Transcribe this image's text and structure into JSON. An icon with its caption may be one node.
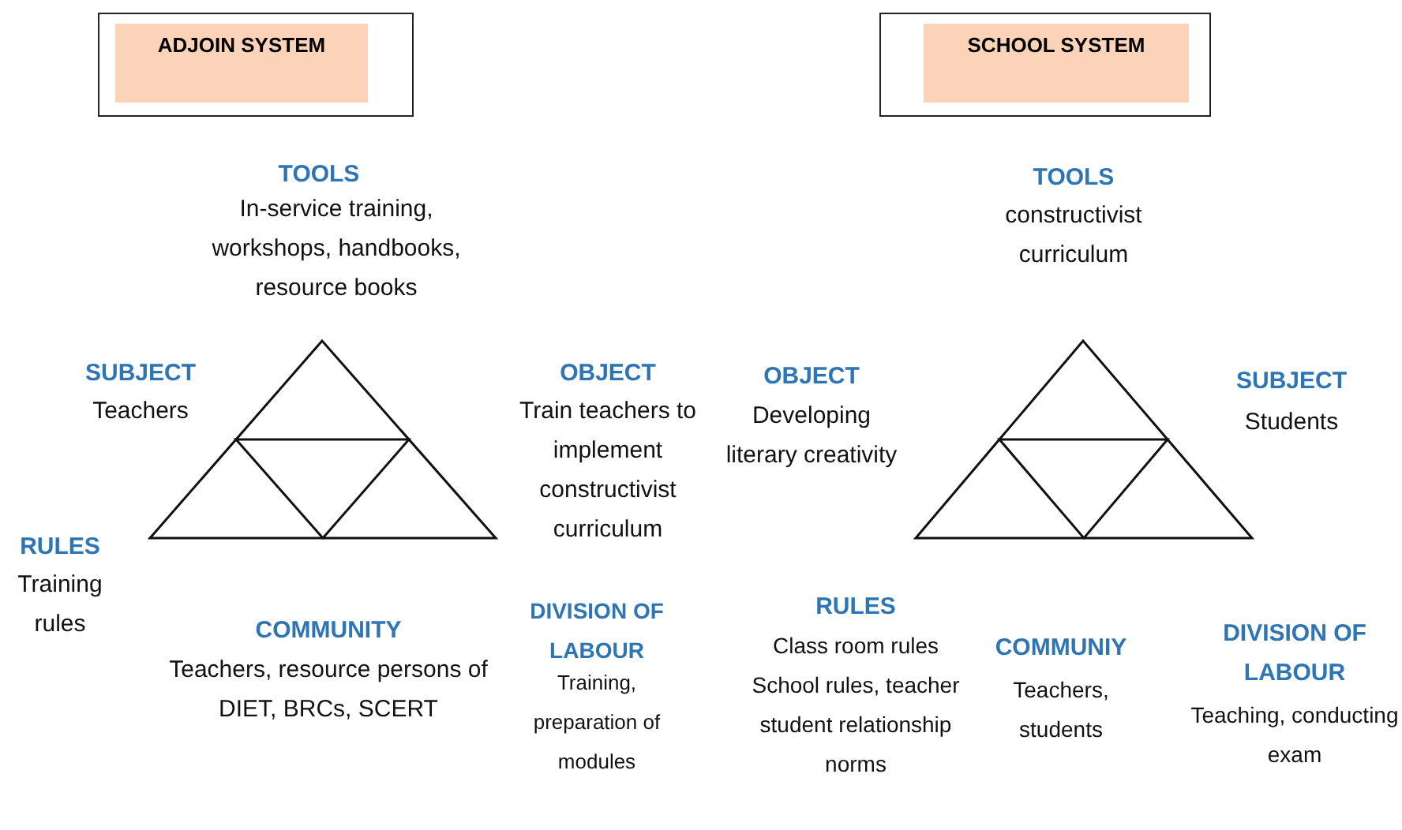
{
  "diagram": {
    "nodes": [
      {
        "text": [
          "ADJOIN SYSTEM"
        ]
      },
      {
        "text": [
          "SCHOOL SYSTEM"
        ]
      },
      {
        "text": [],
        "shape": "triangle"
      },
      {
        "text": [],
        "shape": "triangle"
      }
    ],
    "labels": [
      "TOOLS",
      "In-service  training, workshops, handbooks, resource books",
      "SUBJECT",
      "Teachers",
      "OBJECT",
      "Train teachers to implement constructivist curriculum",
      "RULES",
      "Training rules",
      "COMMUNITY",
      "Teachers,  resource persons of DIET, BRCs, SCERT",
      "DIVISION OF LABOUR",
      "Training, preparation of modules",
      "TOOLS",
      "constructivist curriculum",
      "OBJECT",
      "Developing literary creativity",
      "SUBJECT",
      "Students",
      "RULES",
      "Class room rules School rules, teacher student relationship norms",
      "COMMUNIY",
      "Teachers, students",
      "DIVISION OF LABOUR",
      "Teaching, conducting exam"
    ]
  }
}
